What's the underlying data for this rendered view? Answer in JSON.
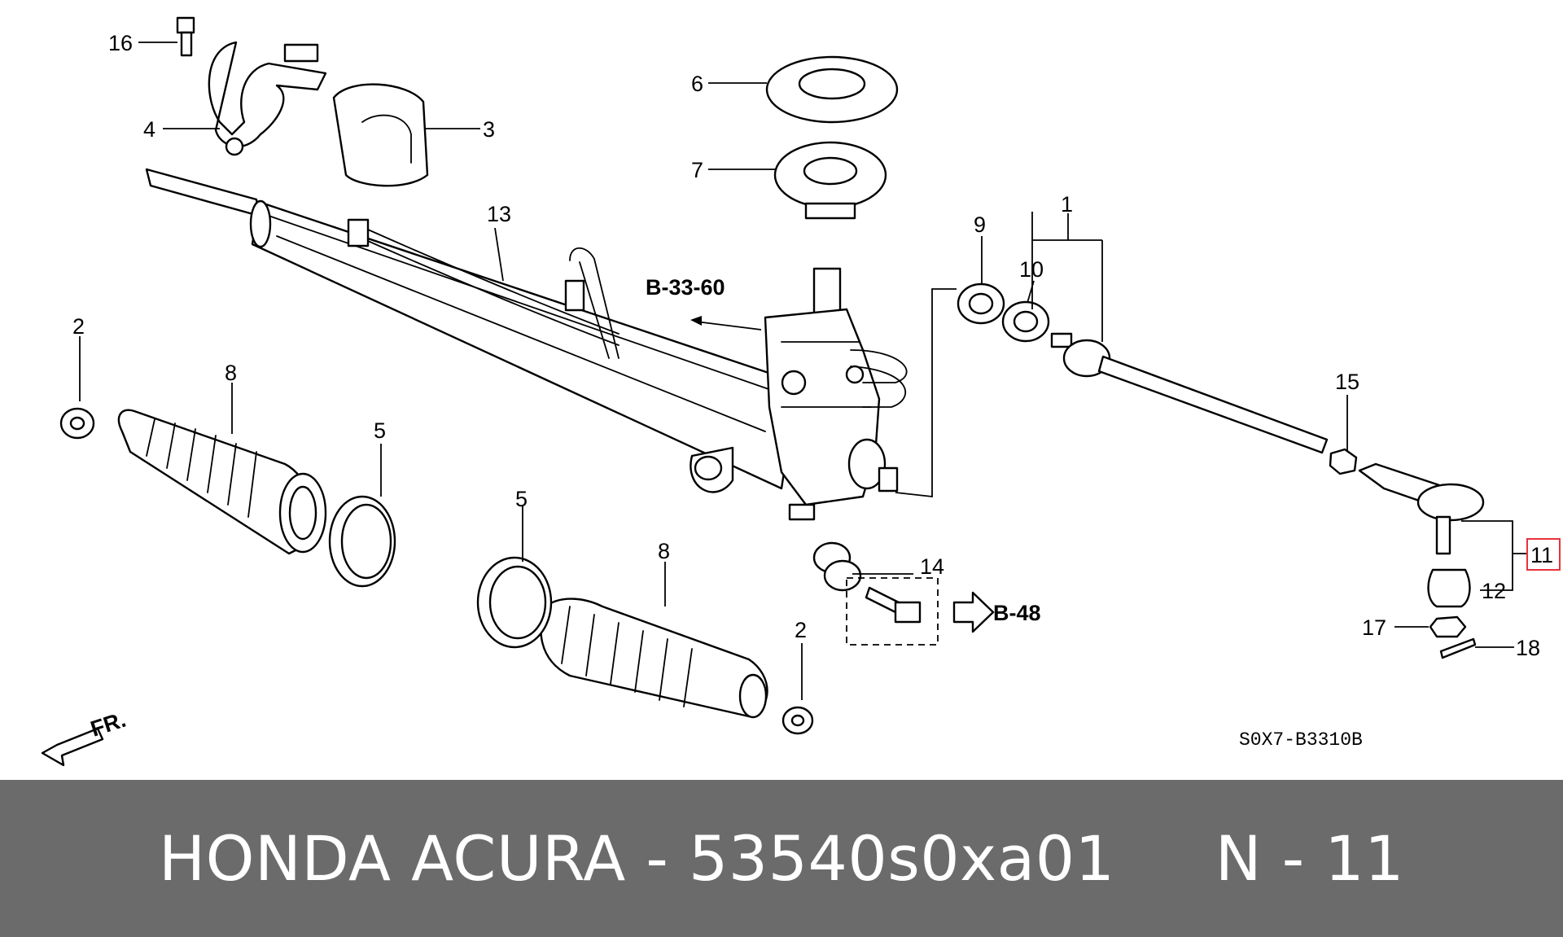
{
  "diagram": {
    "callouts": {
      "n1": "1",
      "n2a": "2",
      "n2b": "2",
      "n3": "3",
      "n4": "4",
      "n5a": "5",
      "n5b": "5",
      "n6": "6",
      "n7": "7",
      "n8a": "8",
      "n8b": "8",
      "n9": "9",
      "n10": "10",
      "n11": "11",
      "n12": "12",
      "n13": "13",
      "n14": "14",
      "n15": "15",
      "n16": "16",
      "n17": "17",
      "n18": "18"
    },
    "refs": {
      "b3360": "B-33-60",
      "b48": "B-48"
    },
    "front_label": "FR.",
    "drawing_code": "S0X7-B3310B",
    "highlight_color": "#e8323c"
  },
  "footer": {
    "caption": "HONDA ACURA - 53540s0xa01     N - 11",
    "background": "#6b6b6b",
    "text_color": "#ffffff"
  }
}
